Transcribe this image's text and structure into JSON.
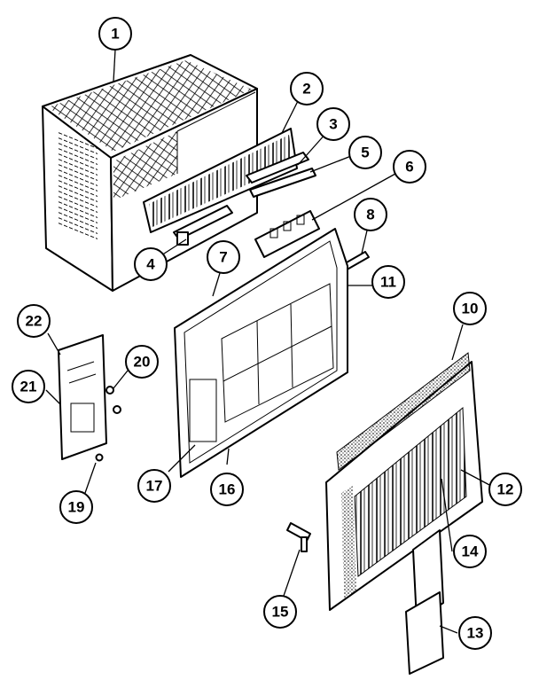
{
  "callouts": [
    {
      "id": "1",
      "label": "1"
    },
    {
      "id": "2",
      "label": "2"
    },
    {
      "id": "3",
      "label": "3"
    },
    {
      "id": "4",
      "label": "4"
    },
    {
      "id": "5",
      "label": "5"
    },
    {
      "id": "6",
      "label": "6"
    },
    {
      "id": "7",
      "label": "7"
    },
    {
      "id": "8",
      "label": "8"
    },
    {
      "id": "10",
      "label": "10"
    },
    {
      "id": "11",
      "label": "11"
    },
    {
      "id": "12",
      "label": "12"
    },
    {
      "id": "13",
      "label": "13"
    },
    {
      "id": "14",
      "label": "14"
    },
    {
      "id": "15",
      "label": "15"
    },
    {
      "id": "16",
      "label": "16"
    },
    {
      "id": "17",
      "label": "17"
    },
    {
      "id": "19",
      "label": "19"
    },
    {
      "id": "20",
      "label": "20"
    },
    {
      "id": "21",
      "label": "21"
    },
    {
      "id": "22",
      "label": "22"
    }
  ]
}
